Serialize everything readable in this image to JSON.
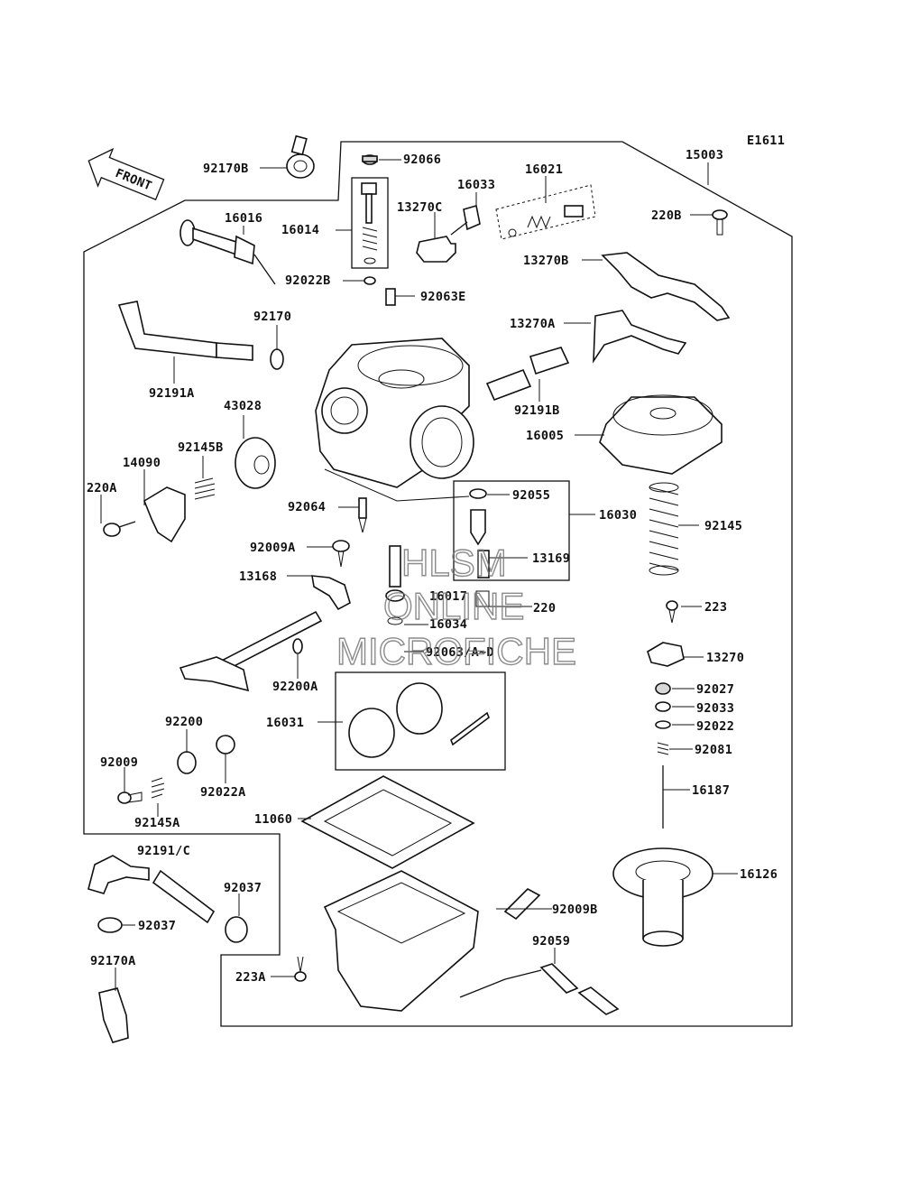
{
  "diagram_code": "E1611",
  "front_label": "FRONT",
  "watermark": {
    "line1": "HLSM",
    "line2": "ONLINE",
    "line3": "MICROFICHE"
  },
  "labels": {
    "p92170B": "92170B",
    "p92066": "92066",
    "p16021": "16021",
    "p15003": "15003",
    "p16033": "16033",
    "p16016": "16016",
    "p16014": "16014",
    "p13270C": "13270C",
    "p220B": "220B",
    "p13270B": "13270B",
    "p92022B": "92022B",
    "p92063E": "92063E",
    "p92170": "92170",
    "p13270A": "13270A",
    "p92191A": "92191A",
    "p92191B": "92191B",
    "p43028": "43028",
    "p16005": "16005",
    "p92145B": "92145B",
    "p14090": "14090",
    "p220A": "220A",
    "p92055": "92055",
    "p16030": "16030",
    "p92064": "92064",
    "p92145": "92145",
    "p92009A": "92009A",
    "p13169": "13169",
    "p13168": "13168",
    "p16017": "16017",
    "p220": "220",
    "p16034": "16034",
    "p223": "223",
    "p92063AD": "92063/A~D",
    "p13270": "13270",
    "p92200A": "92200A",
    "p92027": "92027",
    "p92033": "92033",
    "p92200": "92200",
    "p16031": "16031",
    "p92022": "92022",
    "p92009": "92009",
    "p92081": "92081",
    "p92022A": "92022A",
    "p16187": "16187",
    "p92145A": "92145A",
    "p11060": "11060",
    "p92191C": "92191/C",
    "p16126": "16126",
    "p92037a": "92037",
    "p92009B": "92009B",
    "p92037b": "92037",
    "p92059": "92059",
    "p92170A": "92170A",
    "p223A": "223A"
  }
}
